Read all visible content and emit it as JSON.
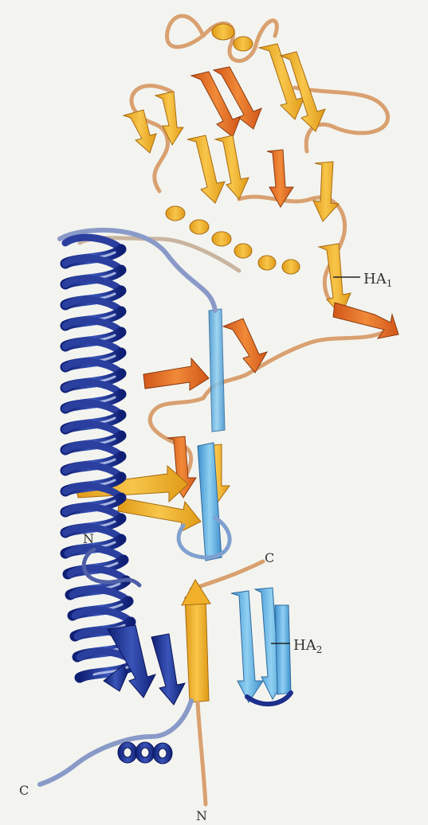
{
  "labels": {
    "ha1_base": "HA",
    "ha1_sub": "1",
    "ha2_base": "HA",
    "ha2_sub": "2",
    "n_terminus_top": "N",
    "c_terminus_mid": "C",
    "c_terminus_bottom": "C",
    "n_terminus_bottom": "N"
  },
  "colors": {
    "background": "#f3f4ef",
    "ha1_yellow": "#f0b02a",
    "ha1_orange": "#e8701e",
    "ha1_coil": "#d9a070",
    "ha2_dark_blue": "#1c2f8c",
    "ha2_light_blue": "#5cb4e6",
    "ha2_coil": "#8a9ac8",
    "label_text": "#333333"
  },
  "subunits": [
    "HA1",
    "HA2"
  ]
}
